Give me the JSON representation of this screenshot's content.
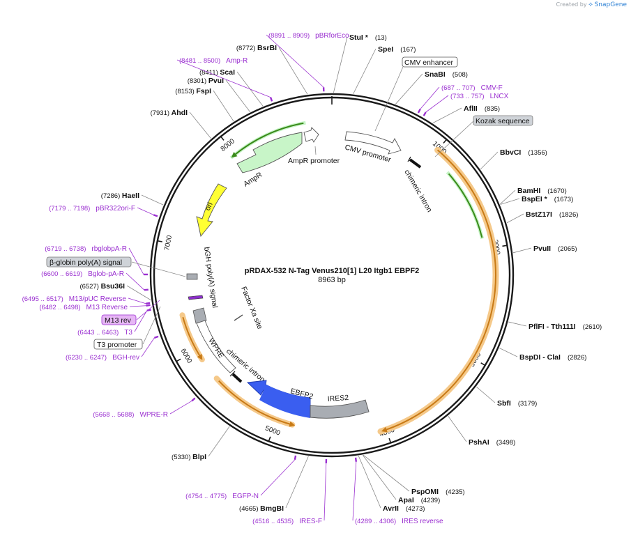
{
  "credit": {
    "prefix": "Created by",
    "brand": "SnapGene"
  },
  "plasmid": {
    "name": "pRDAX-532   N-Tag Venus210[1] L20 Itgb1 EBPF2",
    "length_bp": 8963,
    "length_text": "8963 bp"
  },
  "ticks": [
    {
      "bp": 1000,
      "label": "1000"
    },
    {
      "bp": 2000,
      "label": "2000"
    },
    {
      "bp": 3000,
      "label": "3000"
    },
    {
      "bp": 4000,
      "label": "4000"
    },
    {
      "bp": 5000,
      "label": "5000"
    },
    {
      "bp": 6000,
      "label": "6000"
    },
    {
      "bp": 7000,
      "label": "7000"
    },
    {
      "bp": 8000,
      "label": "8000"
    }
  ],
  "sites": [
    {
      "name": "StuI *",
      "pos": "(13)",
      "bp": 13
    },
    {
      "name": "SpeI",
      "pos": "(167)",
      "bp": 167
    },
    {
      "name": "SnaBI",
      "pos": "(508)",
      "bp": 508
    },
    {
      "name": "AflII",
      "pos": "(835)",
      "bp": 835
    },
    {
      "name": "BbvCI",
      "pos": "(1356)",
      "bp": 1356
    },
    {
      "name": "BamHI",
      "pos": "(1670)",
      "bp": 1670
    },
    {
      "name": "BspEI *",
      "pos": "(1673)",
      "bp": 1673
    },
    {
      "name": "BstZ17I",
      "pos": "(1826)",
      "bp": 1826
    },
    {
      "name": "PvuII",
      "pos": "(2065)",
      "bp": 2065
    },
    {
      "name": "PflFI - Tth111I",
      "pos": "(2610)",
      "bp": 2610
    },
    {
      "name": "BspDI - ClaI",
      "pos": "(2826)",
      "bp": 2826
    },
    {
      "name": "SbfI",
      "pos": "(3179)",
      "bp": 3179
    },
    {
      "name": "PshAI",
      "pos": "(3498)",
      "bp": 3498
    },
    {
      "name": "PspOMI",
      "pos": "(4235)",
      "bp": 4235
    },
    {
      "name": "ApaI",
      "pos": "(4239)",
      "bp": 4239
    },
    {
      "name": "AvrII",
      "pos": "(4273)",
      "bp": 4273
    },
    {
      "name": "BmgBI",
      "pos": "(4665)",
      "bp": 4665
    },
    {
      "name": "BlpI",
      "pos": "(5330)",
      "bp": 5330
    },
    {
      "name": "Bsu36I",
      "pos": "(6527)",
      "bp": 6527
    },
    {
      "name": "HaeII",
      "pos": "(7286)",
      "bp": 7286
    },
    {
      "name": "AhdI",
      "pos": "(7931)",
      "bp": 7931
    },
    {
      "name": "FspI",
      "pos": "(8153)",
      "bp": 8153
    },
    {
      "name": "PvuI",
      "pos": "(8301)",
      "bp": 8301
    },
    {
      "name": "ScaI",
      "pos": "(8411)",
      "bp": 8411
    },
    {
      "name": "BsrBI",
      "pos": "(8772)",
      "bp": 8772
    }
  ],
  "primers": [
    {
      "name": "pBRforEco",
      "range": "(8891 .. 8909)",
      "bp": 8900
    },
    {
      "name": "Amp-R",
      "range": "(8481 .. 8500)",
      "bp": 8490
    },
    {
      "name": "CMV-F",
      "range": "(687 .. 707)",
      "bp": 697
    },
    {
      "name": "LNCX",
      "range": "(733 .. 757)",
      "bp": 745
    },
    {
      "name": "pBR322ori-F",
      "range": "(7179 .. 7198)",
      "bp": 7188
    },
    {
      "name": "rbglobpA-R",
      "range": "(6719 .. 6738)",
      "bp": 6728
    },
    {
      "name": "Bglob-pA-R",
      "range": "(6600 .. 6619)",
      "bp": 6610
    },
    {
      "name": "M13/pUC Reverse",
      "range": "(6495 .. 6517)",
      "bp": 6506
    },
    {
      "name": "M13 Reverse",
      "range": "(6482 .. 6498)",
      "bp": 6490
    },
    {
      "name": "T3",
      "range": "(6443 .. 6463)",
      "bp": 6453
    },
    {
      "name": "BGH-rev",
      "range": "(6230 .. 6247)",
      "bp": 6238
    },
    {
      "name": "WPRE-R",
      "range": "(5668 .. 5688)",
      "bp": 5678
    },
    {
      "name": "EGFP-N",
      "range": "(4754 .. 4775)",
      "bp": 4764
    },
    {
      "name": "IRES-F",
      "range": "(4516 .. 4535)",
      "bp": 4525
    },
    {
      "name": "IRES reverse",
      "range": "(4289 .. 4306)",
      "bp": 4297
    }
  ],
  "boxed_labels": [
    {
      "text": "CMV enhancer",
      "fill": "#ffffff",
      "stroke": "#555555"
    },
    {
      "text": "Kozak sequence",
      "fill": "#cfd3d8",
      "stroke": "#777777"
    },
    {
      "text": "β-globin poly(A) signal",
      "fill": "#cfd3d8",
      "stroke": "#777777"
    },
    {
      "text": "M13 rev",
      "fill": "#e6b6f5",
      "stroke": "#9a2fd0"
    },
    {
      "text": "T3 promoter",
      "fill": "#ffffff",
      "stroke": "#555555"
    }
  ],
  "features": [
    {
      "name": "AmpR",
      "fill": "#c8f5c8",
      "stroke": "#555555"
    },
    {
      "name": "AmpR promoter",
      "fill": "#ffffff",
      "stroke": "#555555"
    },
    {
      "name": "CMV promoter",
      "fill": "#ffffff",
      "stroke": "#555555"
    },
    {
      "name": "chimeric intron",
      "fill": "#111111",
      "stroke": "#111111"
    },
    {
      "name": "ori",
      "fill": "#ffff33",
      "stroke": "#555555"
    },
    {
      "name": "bGH poly(A) signal",
      "fill": "#a9adb3",
      "stroke": "#555555"
    },
    {
      "name": "Factor Xa site",
      "fill": "#555555",
      "stroke": "#555555"
    },
    {
      "name": "WPRE",
      "fill": "#ffffff",
      "stroke": "#555555"
    },
    {
      "name": "chimeric intron",
      "fill": "#111111",
      "stroke": "#111111"
    },
    {
      "name": "EBFP2",
      "fill": "#3a5ef0",
      "stroke": "#1e3bb0"
    },
    {
      "name": "IRES2",
      "fill": "#a9adb3",
      "stroke": "#555555"
    }
  ],
  "colors": {
    "orf_outline": "#f5c98a",
    "orf_arrow": "#c87a16",
    "green_arrow": "#3a8a1a",
    "primer": "#9a2fd0",
    "ring": "#1a1a1a"
  }
}
